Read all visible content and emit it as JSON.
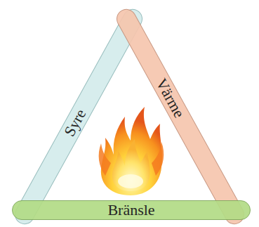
{
  "diagram": {
    "nodes": [
      {
        "text": [
          "Syre"
        ]
      },
      {
        "text": [
          "Värme"
        ]
      },
      {
        "text": [
          "Bränsle"
        ]
      }
    ]
  }
}
